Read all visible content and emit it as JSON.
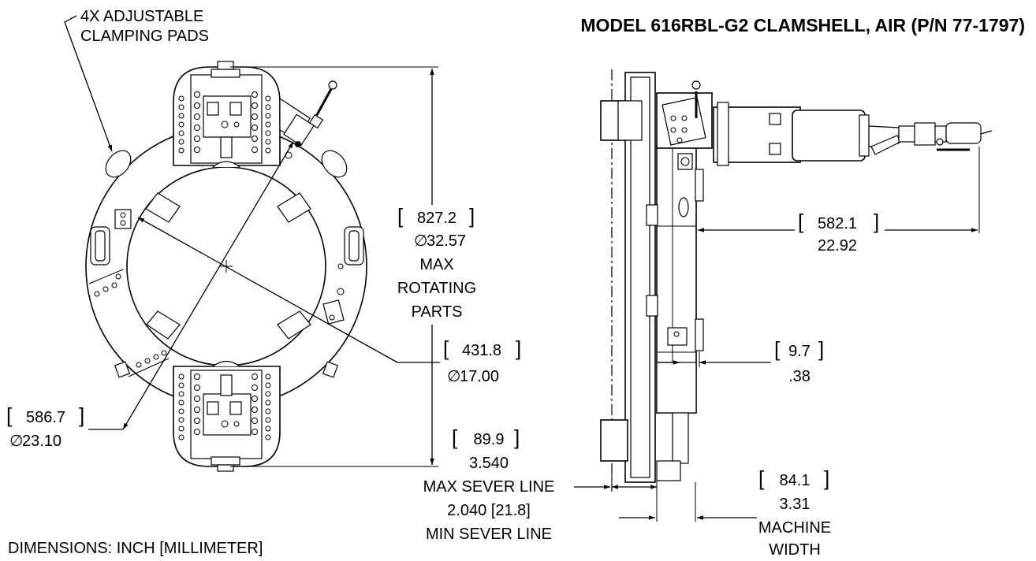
{
  "title": "MODEL 616RBL-G2 CLAMSHELL, AIR (P/N 77-1797)",
  "callout_pads": [
    "4X ADJUSTABLE",
    "CLAMPING PADS"
  ],
  "units_note": "DIMENSIONS: INCH [MILLIMETER]",
  "dims": {
    "max_rotating": {
      "mm": "827.2",
      "inch": "32.57",
      "caption": [
        "MAX",
        "ROTATING",
        "PARTS"
      ]
    },
    "inner_dia": {
      "mm": "431.8",
      "inch": "17.00"
    },
    "outer_dia": {
      "mm": "586.7",
      "inch": "23.10"
    },
    "sever": {
      "mm": "89.9",
      "inch": "3.540",
      "max_label": "MAX SEVER LINE",
      "min_value": "2.040 [21.8]",
      "min_label": "MIN SEVER LINE"
    },
    "reach": {
      "mm": "582.1",
      "inch": "22.92"
    },
    "offset": {
      "mm": "9.7",
      "inch": ".38"
    },
    "width": {
      "mm": "84.1",
      "inch": "3.31",
      "caption": [
        "MACHINE",
        "WIDTH"
      ]
    }
  },
  "symbols": {
    "diameter": "∅"
  }
}
